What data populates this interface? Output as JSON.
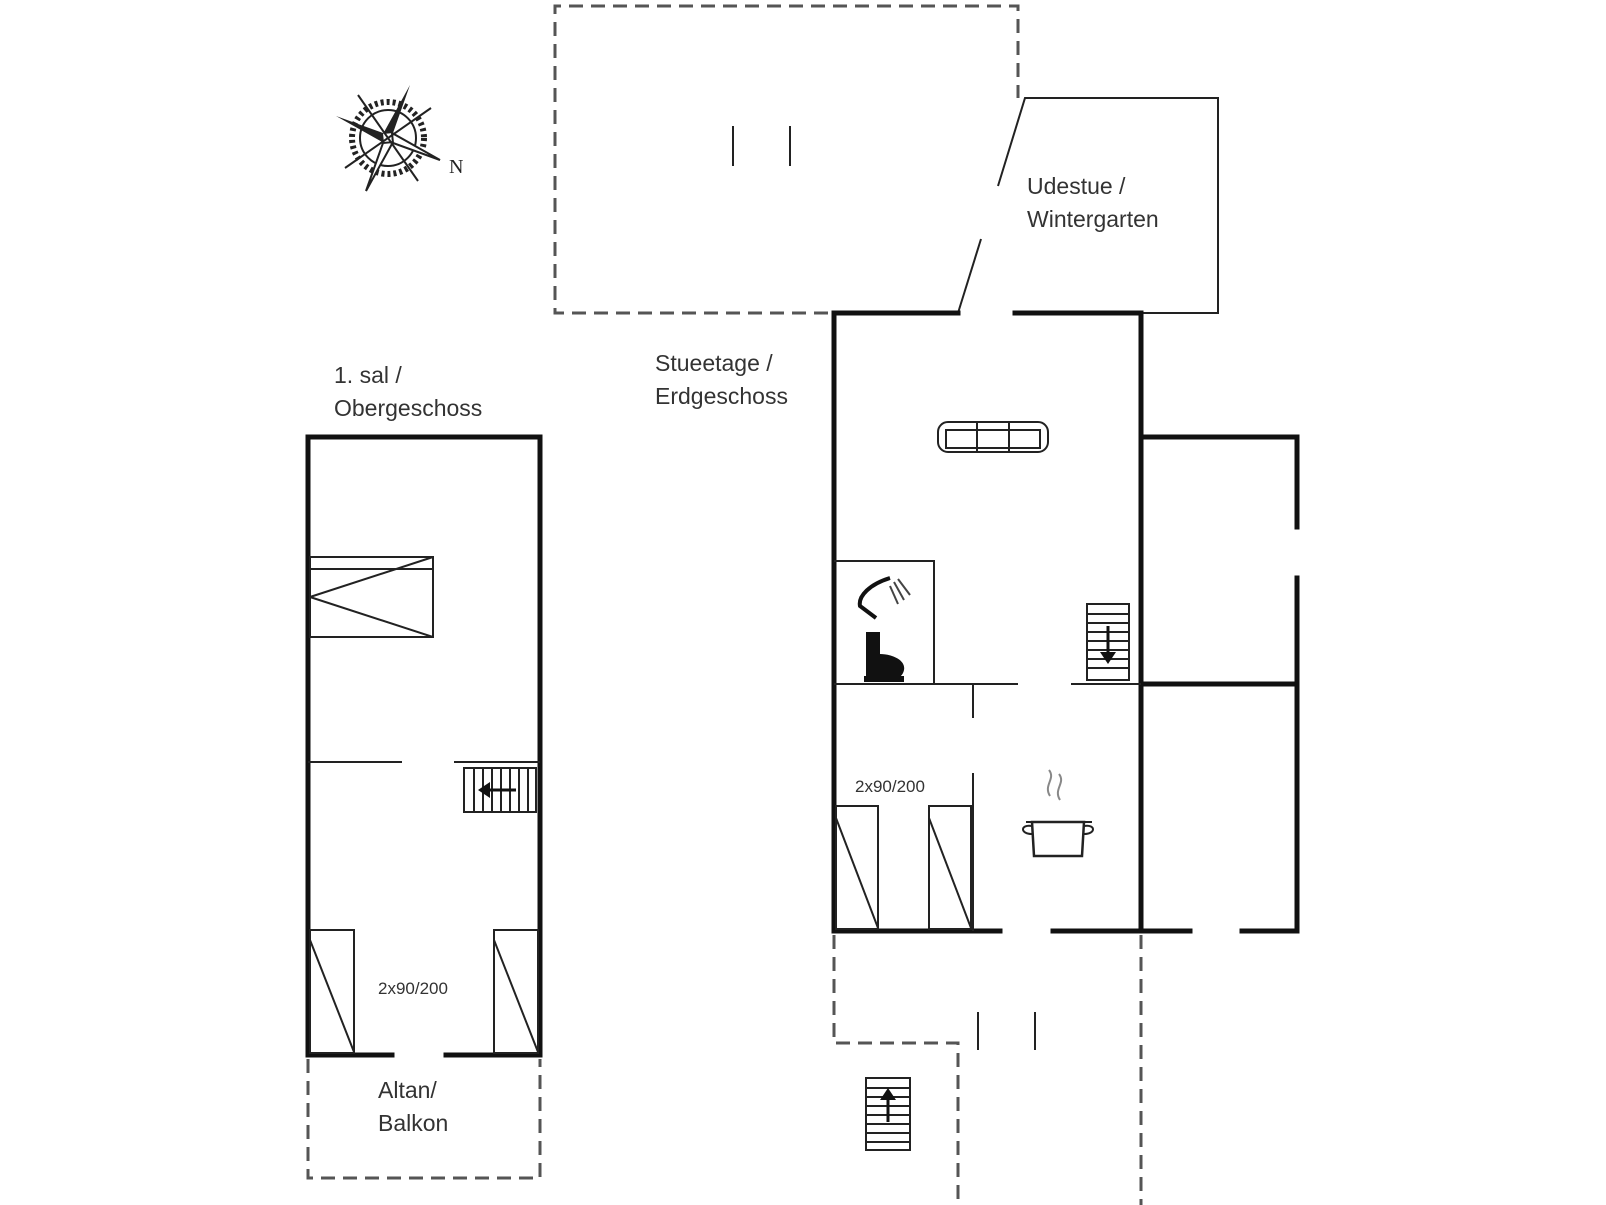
{
  "compass": {
    "north_letter": "N"
  },
  "upper_floor": {
    "title_line1": "1. sal /",
    "title_line2": "Obergeschoss",
    "beds_label": "2x90/200",
    "balcony_line1": "Altan/",
    "balcony_line2": "Balkon"
  },
  "ground_floor": {
    "title_line1": "Stueetage /",
    "title_line2": "Erdgeschoss",
    "beds_label": "2x90/200"
  },
  "conservatory": {
    "label_line1": "Udestue /",
    "label_line2": "Wintergarten"
  },
  "icons": [
    "compass-rose-icon",
    "sofa-icon",
    "shower-icon",
    "toilet-icon",
    "stairs-icon",
    "cooking-pot-icon",
    "bed-icon"
  ]
}
